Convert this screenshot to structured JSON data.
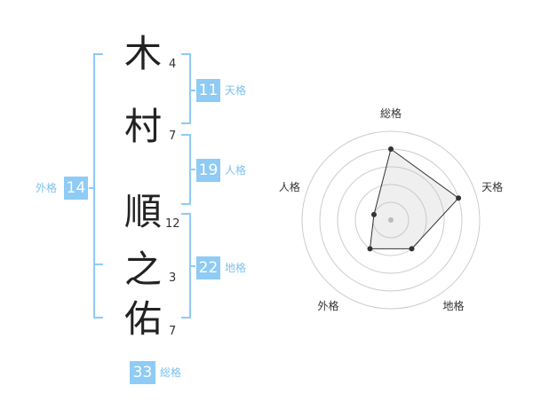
{
  "name": {
    "chars": [
      {
        "char": "木",
        "strokes": "4"
      },
      {
        "char": "村",
        "strokes": "7"
      },
      {
        "char": "順",
        "strokes": "12"
      },
      {
        "char": "之",
        "strokes": "3"
      },
      {
        "char": "佑",
        "strokes": "7"
      }
    ]
  },
  "fortunes": {
    "tenkaku": {
      "value": "11",
      "label": "天格"
    },
    "jinkaku": {
      "value": "19",
      "label": "人格"
    },
    "chikaku": {
      "value": "22",
      "label": "地格"
    },
    "gaikaku": {
      "value": "14",
      "label": "外格"
    },
    "soukaku": {
      "value": "33",
      "label": "総格"
    }
  },
  "colors": {
    "bracket": "#8ecbf5",
    "box": "#8ecbf5",
    "label": "#7fc0ee"
  },
  "chart_data": {
    "type": "radar",
    "axes": [
      "総格",
      "天格",
      "地格",
      "外格",
      "人格"
    ],
    "values": [
      4,
      4,
      2,
      2,
      1
    ],
    "rmax": 5,
    "rings": 5
  }
}
